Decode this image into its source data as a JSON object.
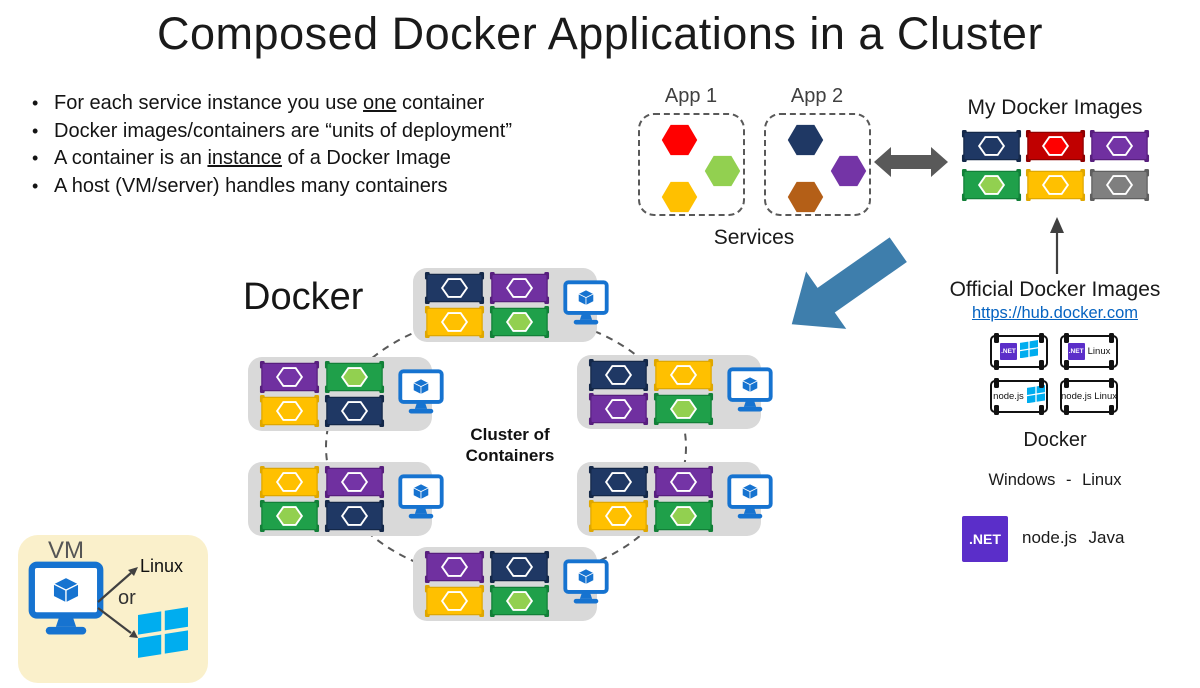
{
  "title": "Composed Docker Applications in a Cluster",
  "bullets": [
    {
      "pre": "For each service instance you use ",
      "u": "one",
      "post": " container"
    },
    {
      "pre": "Docker images/containers are “units of deployment”",
      "u": "",
      "post": ""
    },
    {
      "pre": "A container is an ",
      "u": "instance",
      "post": " of a Docker Image"
    },
    {
      "pre": "A host (VM/server) handles many containers",
      "u": "",
      "post": ""
    }
  ],
  "services": {
    "label": "Services",
    "apps": [
      {
        "label": "App 1",
        "hexagons": [
          "red",
          "green",
          "yellow"
        ]
      },
      {
        "label": "App 2",
        "hexagons": [
          "navy",
          "purple",
          "brown"
        ]
      }
    ]
  },
  "my_docker_images": {
    "title": "My Docker Images",
    "containers": [
      "navy",
      "red",
      "purple",
      "green",
      "yellow",
      "gray"
    ]
  },
  "official": {
    "title": "Official Docker Images",
    "link": "https://hub.docker.com",
    "boxes": [
      {
        "chip": ".NET",
        "label": "",
        "windows": true
      },
      {
        "chip": ".NET",
        "label": "Linux",
        "windows": false
      },
      {
        "chip": "",
        "label": "node.js",
        "windows": true
      },
      {
        "chip": "",
        "label": "node.js Linux",
        "windows": false
      }
    ],
    "docker_label": "Docker",
    "platforms": "Windows - Linux",
    "net_badge": ".NET",
    "runtimes": "node.js Java"
  },
  "cluster": {
    "title": "Docker",
    "center_label_line1": "Cluster of",
    "center_label_line2": "Containers",
    "nodes": [
      {
        "id": "top",
        "containers": [
          "navy",
          "purple",
          "yellow",
          "green"
        ]
      },
      {
        "id": "left-upper",
        "containers": [
          "purple",
          "green",
          "yellow",
          "navy"
        ]
      },
      {
        "id": "left-lower",
        "containers": [
          "yellow",
          "purple",
          "green",
          "navy"
        ]
      },
      {
        "id": "right-upper",
        "containers": [
          "navy",
          "yellow",
          "purple",
          "green"
        ]
      },
      {
        "id": "right-lower",
        "containers": [
          "navy",
          "purple",
          "yellow",
          "green"
        ]
      },
      {
        "id": "bottom",
        "containers": [
          "purple",
          "navy",
          "yellow",
          "green"
        ]
      }
    ]
  },
  "vm": {
    "label": "VM",
    "or": "or",
    "linux": "Linux"
  },
  "palette": {
    "navy": {
      "body": "#1F3864",
      "hex": "#1F3864",
      "dark": "#142849"
    },
    "purple": {
      "body": "#7030A0",
      "hex": "#7434A6",
      "dark": "#581F7E"
    },
    "yellow": {
      "body": "#FFC000",
      "hex": "#FFC000",
      "dark": "#DFA700"
    },
    "green": {
      "body": "#1FA04A",
      "hex": "#92D050",
      "dark": "#128038"
    },
    "red": {
      "body": "#C00000",
      "hex": "#FF0000",
      "dark": "#8F0000"
    },
    "gray": {
      "body": "#808080",
      "hex": "#7F7F7F",
      "dark": "#5F5F5F"
    },
    "brown": {
      "body": "#B45F17",
      "hex": "#B45F17",
      "dark": "#8F4A10"
    }
  },
  "colors": {
    "ink": "#1a1a1a",
    "gray-line": "#595959",
    "node-bg": "#D9D9D9",
    "vm-bg": "#FAF0CB",
    "link-blue": "#0563C1",
    "monitor-blue": "#1673D0",
    "win-cyan": "#00ADEF",
    "net-purple": "#5B2EC9",
    "arrow-gray": "#595959",
    "arrow-blue": "#3E7EAC",
    "arrow-dark": "#404040"
  }
}
